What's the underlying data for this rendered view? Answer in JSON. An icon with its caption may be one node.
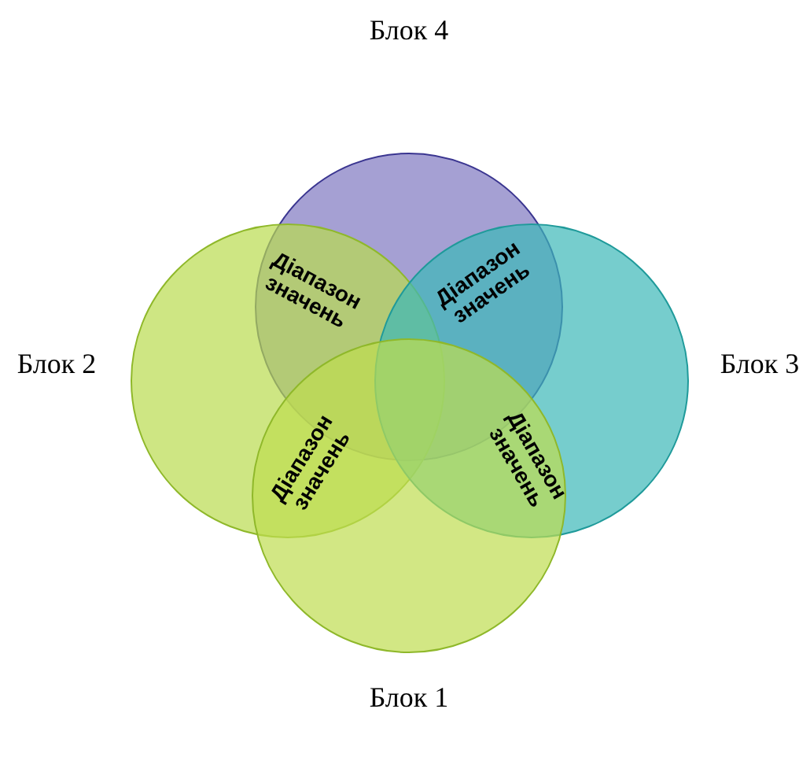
{
  "diagram": {
    "nodes": [
      {
        "text": [
          "Блок 4"
        ]
      },
      {
        "text": [
          "Блок 2"
        ]
      },
      {
        "text": [
          "Блок 3"
        ]
      },
      {
        "text": [
          "Блок 1"
        ]
      }
    ],
    "labels": [
      "Діапазон значень",
      "Діапазон значень",
      "Діапазон значень",
      "Діапазон значень"
    ]
  }
}
